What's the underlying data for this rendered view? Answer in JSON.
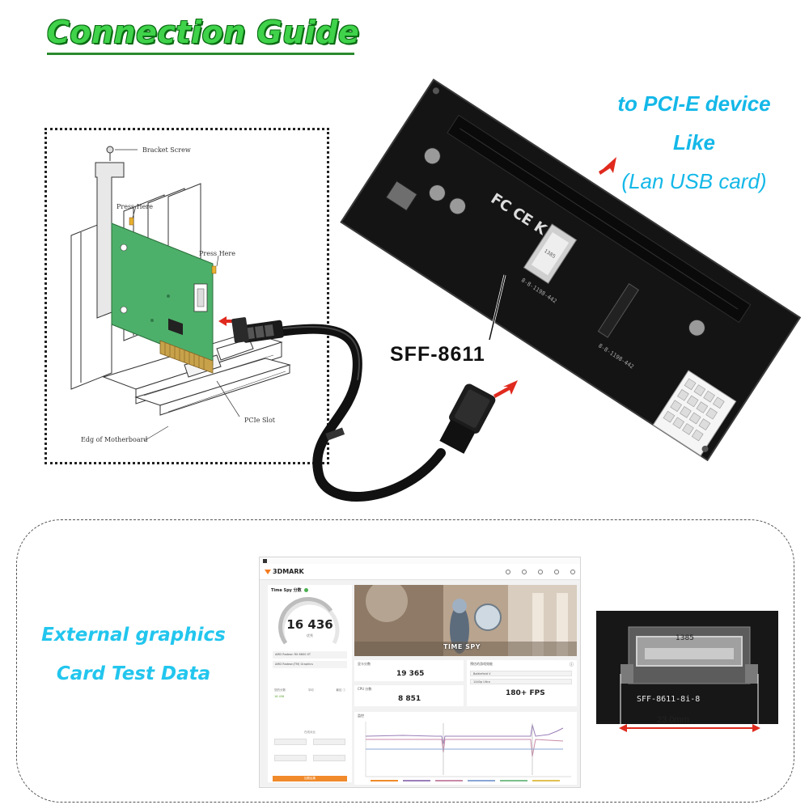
{
  "header": {
    "title": "Connection Guide"
  },
  "install_diagram": {
    "callouts": {
      "bracket_screw": "Bracket Screw",
      "press_here_top": "Press Here",
      "press_here_right": "Press Here",
      "pcie_slot": "PCIe Slot",
      "motherboard_edge": "Edg   of Motherboard"
    }
  },
  "board": {
    "device_note": {
      "line1": "to PCI-E device",
      "line2": "Like",
      "line3": "(Lan USB card)"
    },
    "connector_label": "SFF-8611",
    "silkscreen": {
      "fcc": "FC CE K",
      "chip_label": "1385",
      "text_a": "8-8-1198-442",
      "text_b": "8-8-1198-442"
    }
  },
  "test_section": {
    "caption": {
      "line1": "External graphics",
      "line2": "Card Test Data"
    },
    "benchmark_window": {
      "brand": "3DMARK",
      "test_name": "Time Spy 分数",
      "total_score": "16 436",
      "score_sub": "优秀",
      "gpu_name": "AMD Radeon RX 6600 XT",
      "cpu_name": "AMD Radeon(TM) Graphics",
      "stat_headers": [
        "您的分数",
        "平均",
        "最佳 ⓘ"
      ],
      "your_value": "16 436",
      "hero_title": "TIME SPY",
      "graphics_label": "显卡分数",
      "graphics_score": "19 365",
      "cpu_label": "CPU 分数",
      "cpu_score": "8 851",
      "estimate_label": "预估的游戏效能",
      "game_option": "Battlefield V",
      "res_option": "1440p Ultra",
      "fps": "180+ FPS",
      "monitor_label": "监控",
      "compare_label": "在线对比",
      "btn_label": "加载结果"
    },
    "connector_photo": {
      "chip_label": "1385",
      "silk_text": "SFF-8611-8i-8",
      "measure": "23.0mm"
    }
  },
  "colors": {
    "title_green": "#3fd24a",
    "accent_cyan": "#14b8e8",
    "arrow_red": "#e02a1e",
    "board_black": "#141414"
  }
}
